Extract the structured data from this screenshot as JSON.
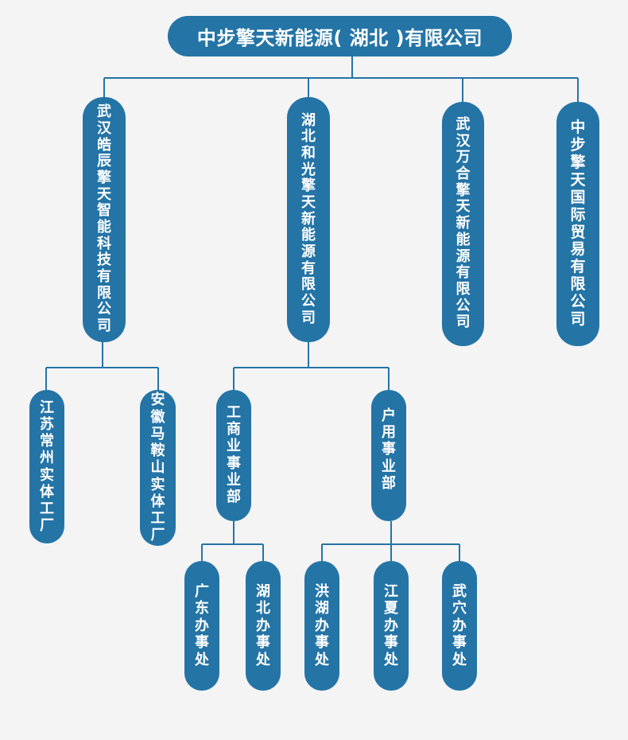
{
  "root": {
    "label": "中步擎天新能源( 湖北 )有限公司"
  },
  "level1": [
    {
      "label": "武汉皓辰擎天智能科技有限公司"
    },
    {
      "label": "湖北和光擎天新能源有限公司"
    },
    {
      "label": "武汉万合擎天新能源有限公司"
    },
    {
      "label": "中步擎天国际贸易有限公司"
    }
  ],
  "factories": [
    {
      "label": "江苏常州实体工厂"
    },
    {
      "label": "安徽马鞍山实体工厂"
    }
  ],
  "divisions": [
    {
      "label": "工商业事业部"
    },
    {
      "label": "户用事业部"
    }
  ],
  "offices": [
    {
      "label": "广东办事处"
    },
    {
      "label": "湖北办事处"
    },
    {
      "label": "洪湖办事处"
    },
    {
      "label": "江夏办事处"
    },
    {
      "label": "武穴办事处"
    }
  ],
  "colors": {
    "node": "#2474a6",
    "line": "#2474a6",
    "background": "#f4f4f4",
    "text": "#ffffff"
  }
}
